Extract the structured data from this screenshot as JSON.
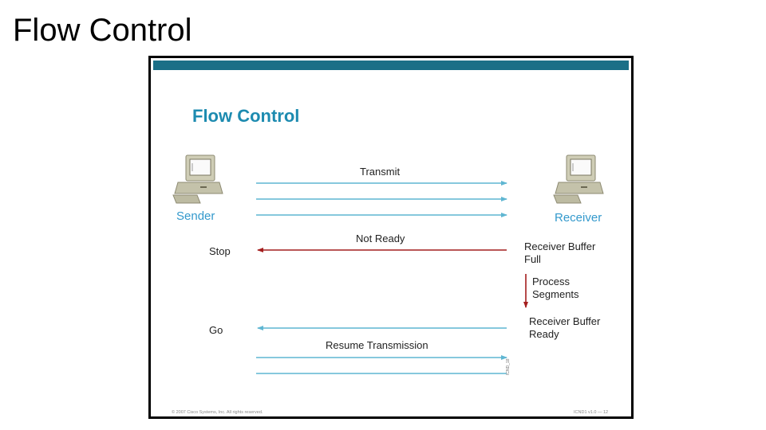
{
  "page": {
    "title": "Flow Control"
  },
  "slide": {
    "title": "Flow Control",
    "sender_label": "Sender",
    "receiver_label": "Receiver",
    "transmit_label": "Transmit",
    "not_ready_label": "Not Ready",
    "stop_label": "Stop",
    "receiver_full_line1": "Receiver Buffer",
    "receiver_full_line2": "Full",
    "process_line1": "Process",
    "process_line2": "Segments",
    "receiver_ready_line1": "Receiver Buffer",
    "receiver_ready_line2": "Ready",
    "go_label": "Go",
    "resume_label": "Resume Transmission",
    "side_code": "ICND_18",
    "footer_left": "© 2007 Cisco Systems, Inc. All rights reserved.",
    "footer_right": "ICND1 v1.0 — 12"
  },
  "colors": {
    "topbar": "#1b6f87",
    "title": "#1d8bb0",
    "arrow_blue": "#5fb6d2",
    "arrow_red": "#a41e1e",
    "node_label": "#3399cc",
    "computer_body": "#c8c6b0"
  },
  "icons": [
    "computer-icon"
  ]
}
